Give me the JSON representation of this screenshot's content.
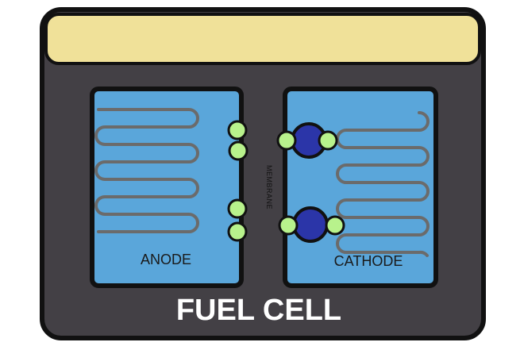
{
  "diagram": {
    "title": "FUEL CELL",
    "anode_label": "ANODE",
    "cathode_label": "CATHODE",
    "membrane_label": "MEMBRANE"
  },
  "colors": {
    "casing": "#434045",
    "outline": "#111111",
    "header_band": "#f0e199",
    "compartment": "#5aa6da",
    "channel": "#6b6b6b",
    "small_particle": "#b8f28c",
    "large_particle": "#2b35a8",
    "title_text": "#ffffff",
    "label_text": "#1a1a1a"
  }
}
